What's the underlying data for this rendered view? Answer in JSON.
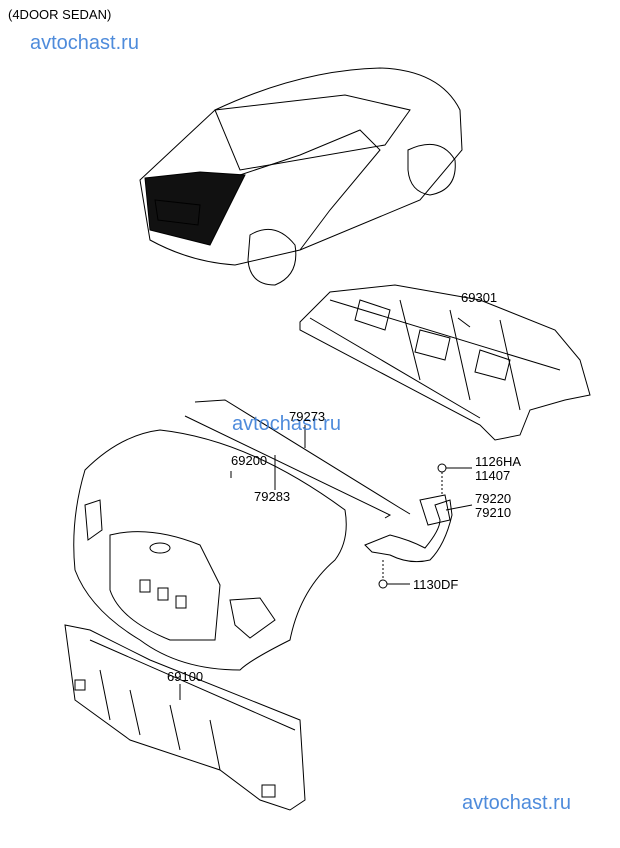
{
  "header": {
    "variant": "(4DOOR SEDAN)"
  },
  "watermarks": [
    "avtochast.ru",
    "avtochast.ru",
    "avtochast.ru"
  ],
  "colors": {
    "watermark": "#3b7fd8",
    "line": "#000000"
  },
  "parts": {
    "rear_floor_panel": "69301",
    "trunk_lid": "69200",
    "back_panel": "69100",
    "torsion_bar_upper": "79273",
    "torsion_bar_lower": "79283",
    "hinge_bolt_a": "1126HA",
    "hinge_bolt_b": "11407",
    "hinge_lh": "79220",
    "hinge_rh": "79210",
    "lower_bolt": "1130DF"
  }
}
